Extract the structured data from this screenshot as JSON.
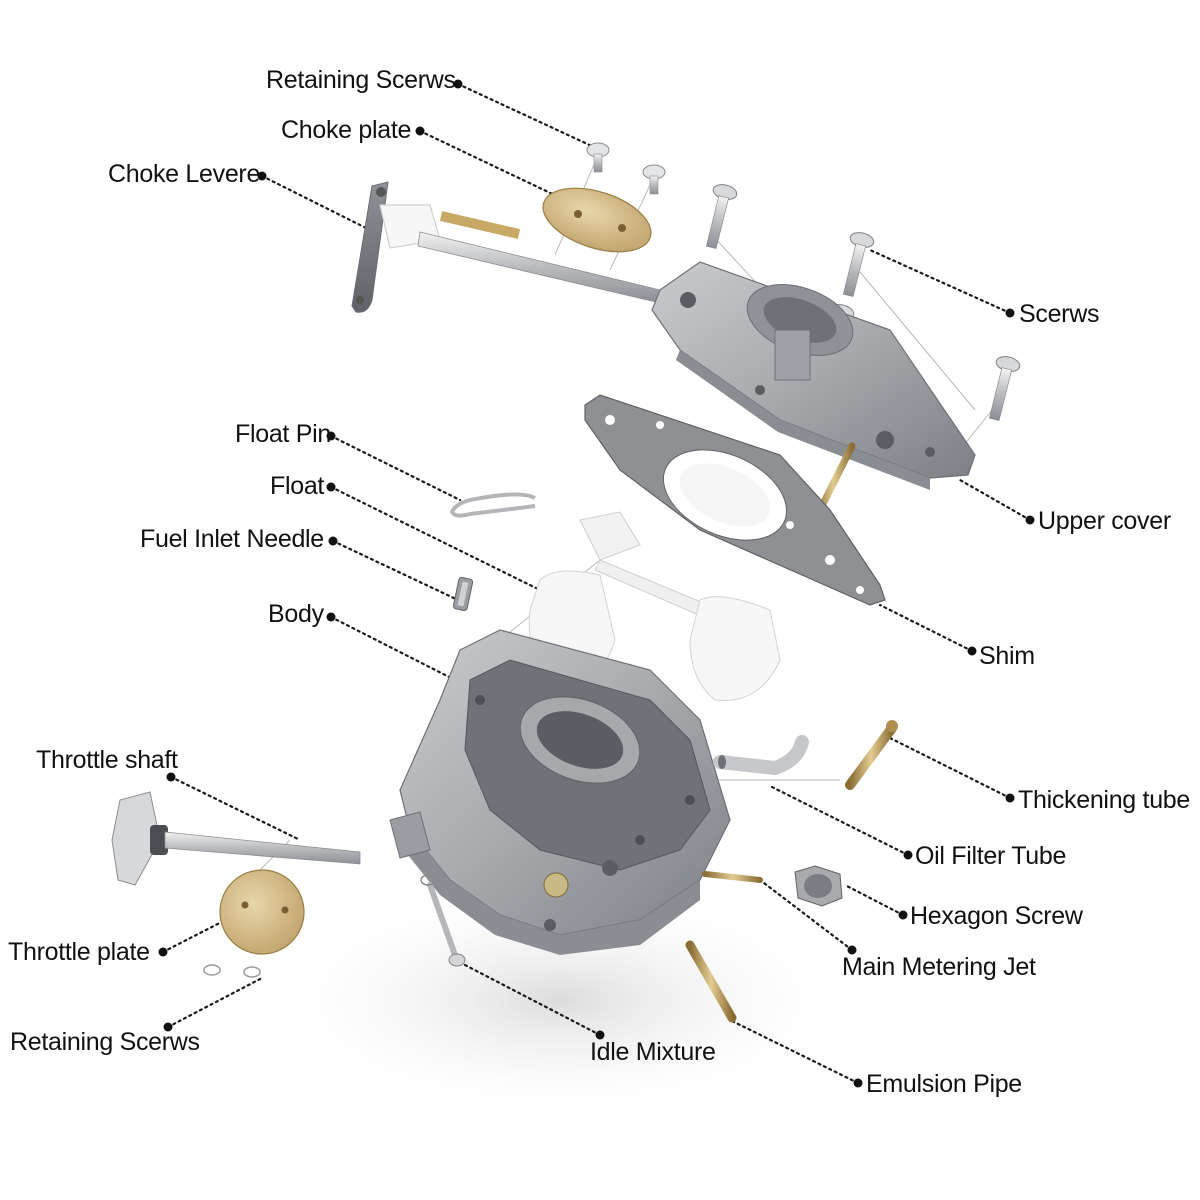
{
  "labels": {
    "retaining_screws_top": "Retaining Scerws",
    "choke_plate": "Choke plate",
    "choke_lever": "Choke Levere",
    "screws": "Scerws",
    "float_pin": "Float Pin",
    "float": "Float",
    "fuel_inlet_needle": "Fuel Inlet Needle",
    "upper_cover": "Upper cover",
    "body": "Body",
    "shim": "Shim",
    "throttle_shaft": "Throttle shaft",
    "thickening_tube": "Thickening tube",
    "oil_filter_tube": "Oil Filter Tube",
    "hexagon_screw": "Hexagon  Screw",
    "throttle_plate": "Throttle plate",
    "main_metering_jet": "Main Metering Jet",
    "retaining_screws_bottom": "Retaining  Scerws",
    "idle_mixture": "Idle Mixture",
    "emulsion_pipe": "Emulsion Pipe"
  },
  "colors": {
    "leader_line": "#1a1a1a",
    "aluminum": "#a9abae",
    "aluminum_dark": "#7c7f83",
    "gasket": "#8e9094",
    "brass": "#c4a86a",
    "float_white": "#f4f4f4"
  }
}
